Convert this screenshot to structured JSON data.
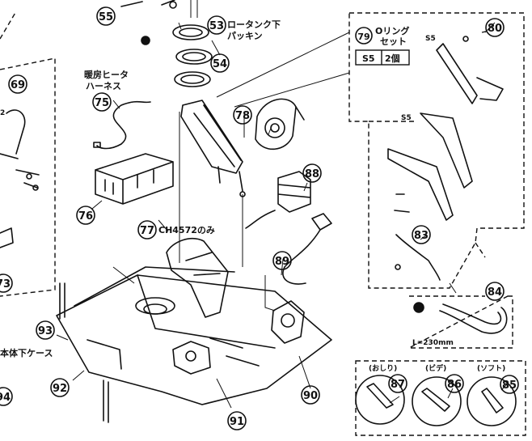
{
  "parts": {
    "p53": "53",
    "p54": "54",
    "p55": "55",
    "p69": "69",
    "p73": "73",
    "p75": "75",
    "p76": "76",
    "p77": "77",
    "p78": "78",
    "p79": "79",
    "p80": "80",
    "p83": "83",
    "p84": "84",
    "p85": "85",
    "p86": "86",
    "p87": "87",
    "p88": "88",
    "p89": "89",
    "p90": "90",
    "p91": "91",
    "p92": "92",
    "p93": "93",
    "p94": "94"
  },
  "labels": {
    "low_tank_packing": [
      "ロータンク下",
      "パッキン"
    ],
    "heater_harness": [
      "暖房ヒータ",
      "ハーネス"
    ],
    "ch_only": "CH4572のみ",
    "body_lower_case": "本体下ケース",
    "oring_set": [
      "Oリング",
      "セット"
    ],
    "s5_code": "S5",
    "s5_qty": "2個",
    "s5_marker": "S5",
    "hose_length": "L=230mm",
    "nozzle_oshiri": "(おしり)",
    "nozzle_bide": "(ビデ)",
    "nozzle_soft": "(ソフト)",
    "fragment_2": "2"
  }
}
